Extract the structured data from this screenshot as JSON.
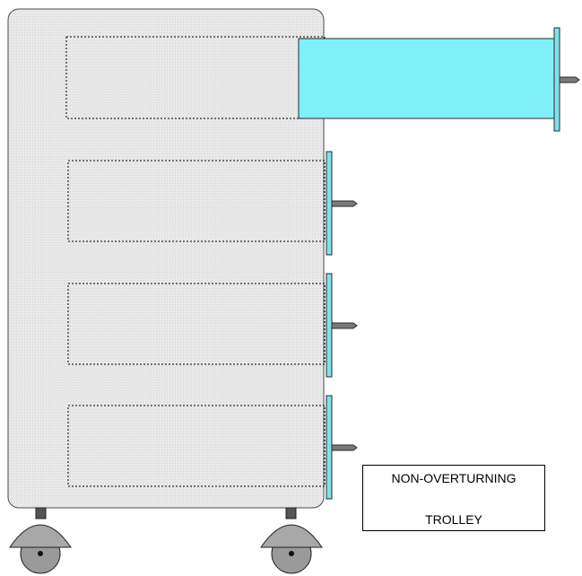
{
  "label": {
    "line1": "NON-OVERTURNING",
    "line2": "TROLLEY"
  },
  "colors": {
    "cabinet_fill": "#e6e6e6",
    "cabinet_stroke": "#555555",
    "drawer_front": "#7fe3ea",
    "handle": "#7a7a7a",
    "wheel": "#aaaaaa",
    "extended_drawer": "#80f0f8"
  },
  "drawers": [
    {
      "name": "drawer-1",
      "state": "extended"
    },
    {
      "name": "drawer-2",
      "state": "closed"
    },
    {
      "name": "drawer-3",
      "state": "closed"
    },
    {
      "name": "drawer-4",
      "state": "closed"
    }
  ],
  "wheels": [
    "left-wheel",
    "right-wheel"
  ]
}
